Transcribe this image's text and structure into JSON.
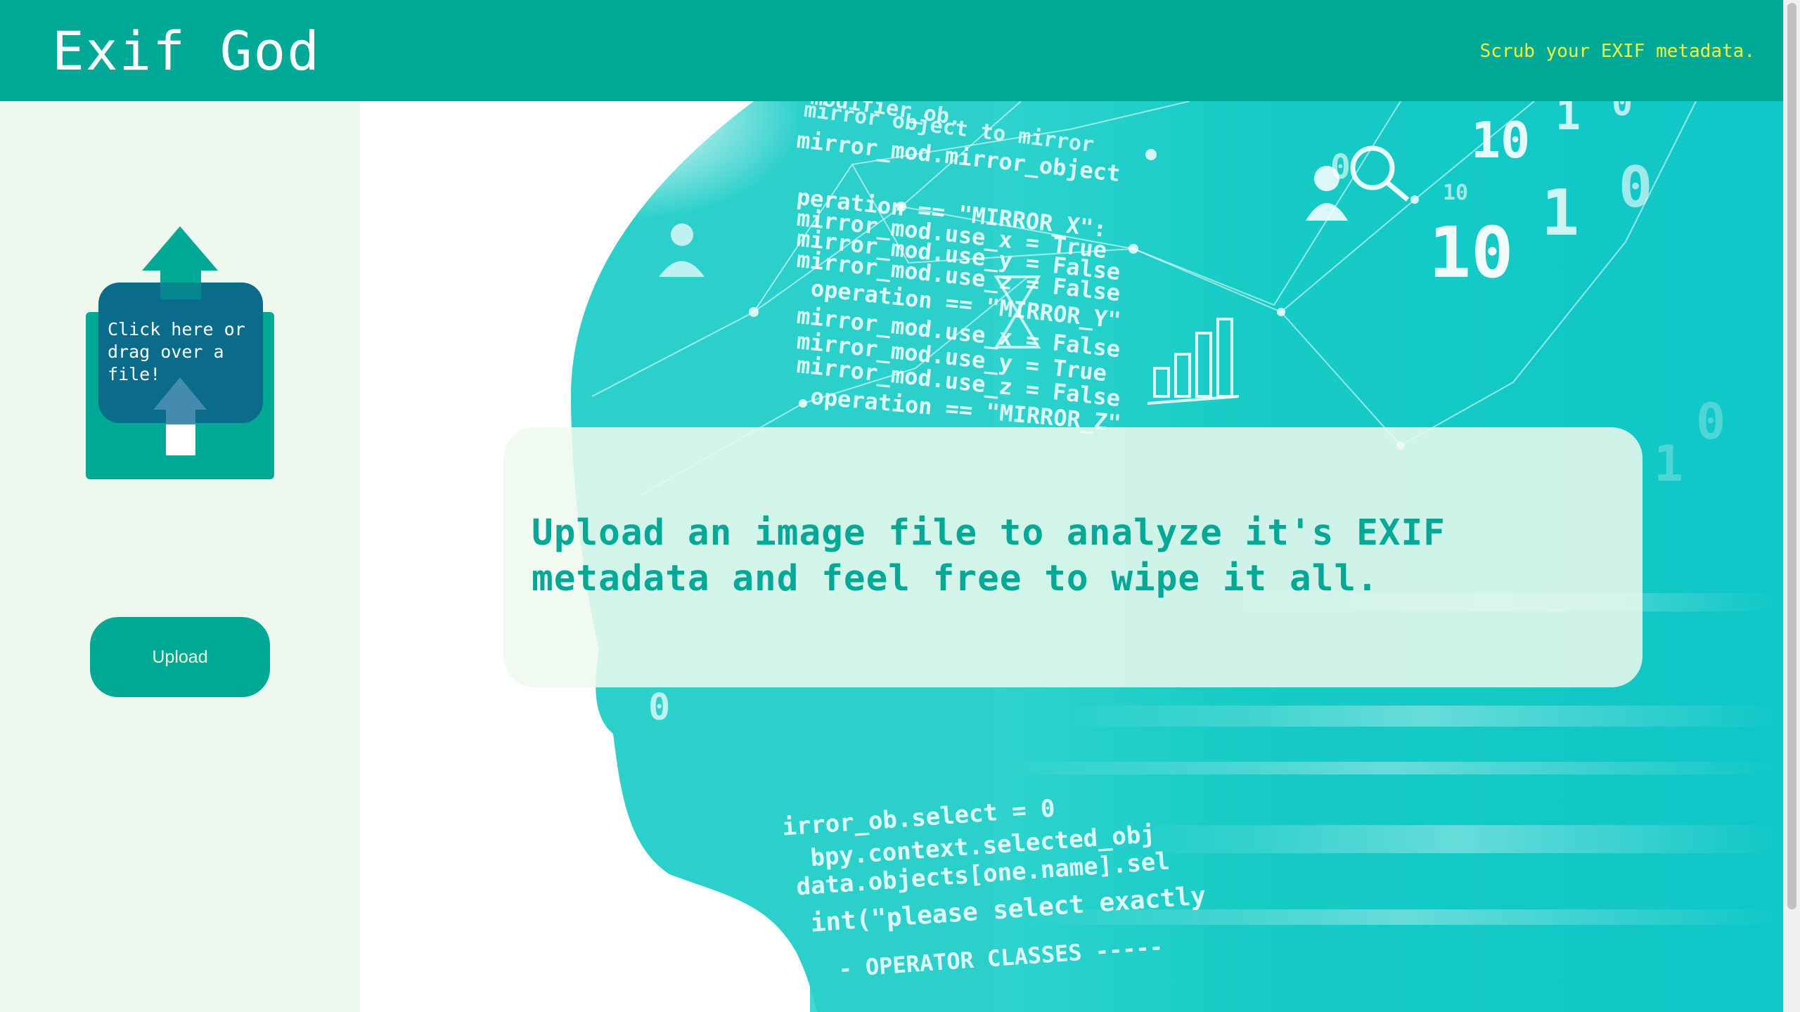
{
  "header": {
    "title": "Exif God",
    "tagline": "Scrub your EXIF metadata."
  },
  "sidebar": {
    "drop_zone_text": "Click here or drag over a file!",
    "upload_label": "Upload"
  },
  "main": {
    "message": "Upload an image file to analyze it's EXIF metadata and feel free to wipe it all."
  },
  "colors": {
    "brand": "#00a896",
    "tagline": "#f3f33a",
    "sidebar_bg": "#eef8ee",
    "drop_zone_dark": "#0b6b8a"
  },
  "icons": {
    "upload": "upload-arrow-icon"
  }
}
